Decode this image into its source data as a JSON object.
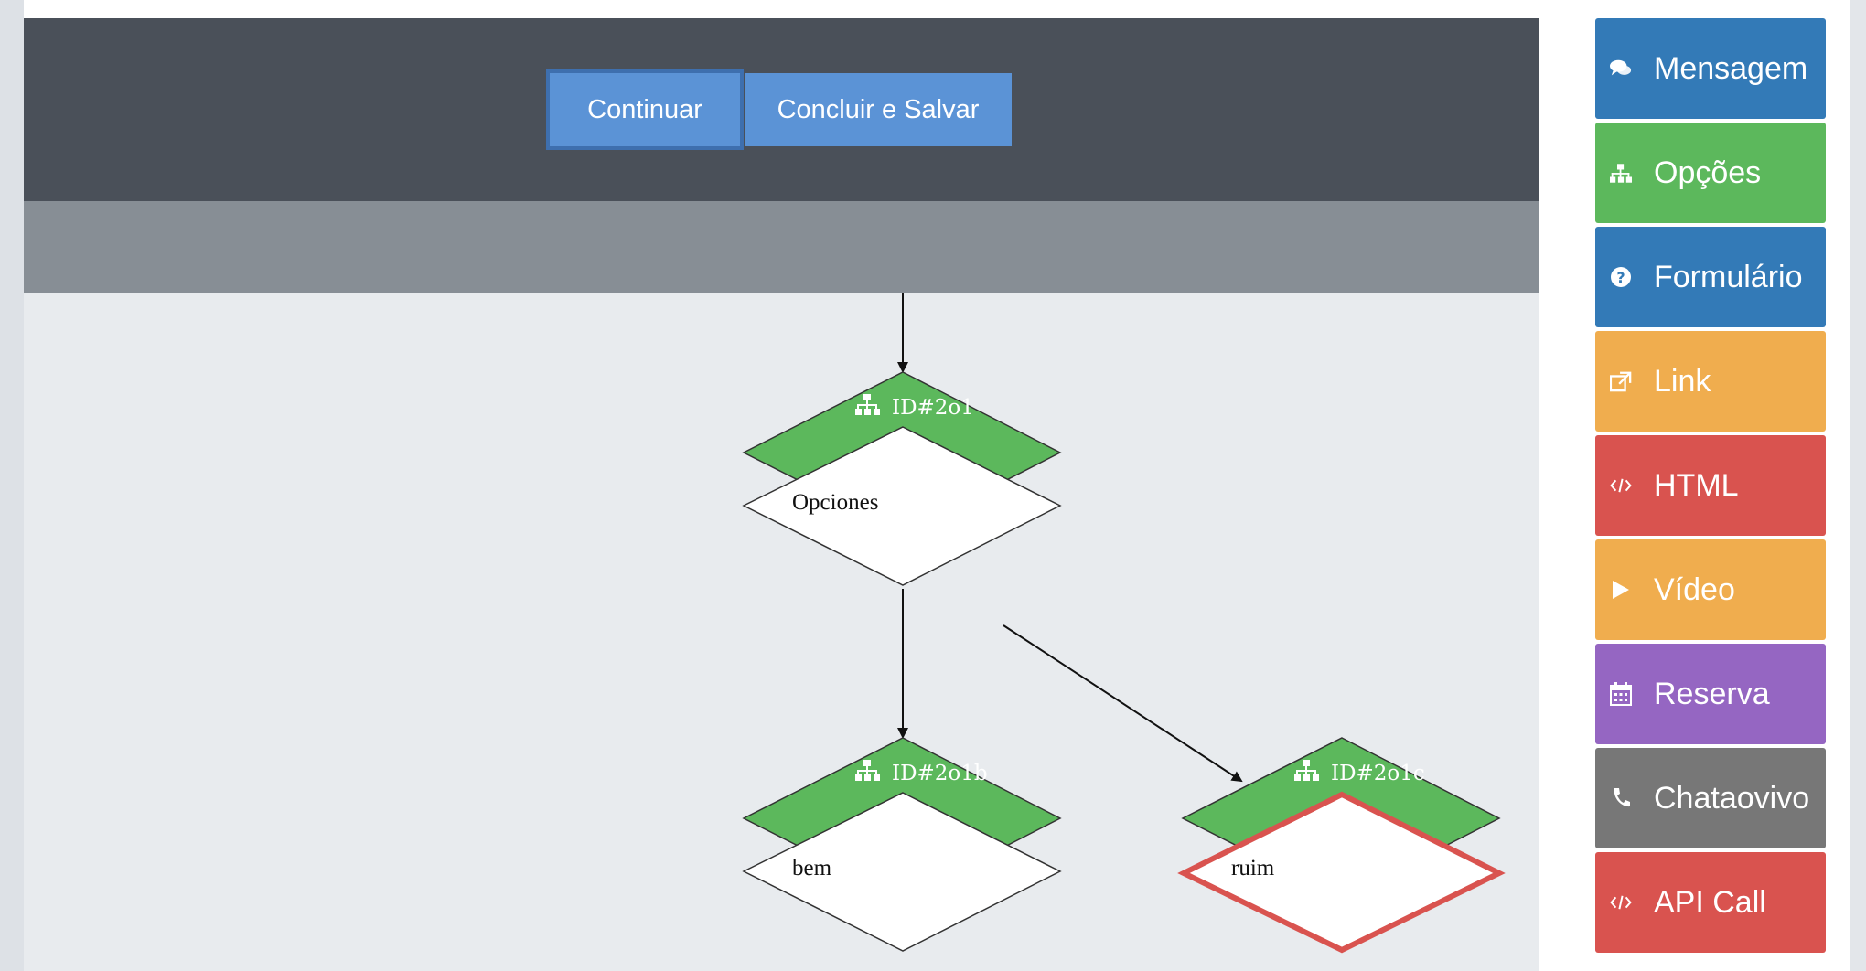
{
  "header": {
    "continue_label": "Continuar",
    "save_label": "Concluir e Salvar"
  },
  "sidebar": {
    "items": [
      {
        "label": "Mensagem",
        "icon": "comments-icon",
        "color": "#337ab7"
      },
      {
        "label": "Opções",
        "icon": "sitemap-icon",
        "color": "#5cb85c"
      },
      {
        "label": "Formulário",
        "icon": "question-circle-icon",
        "color": "#337ab7"
      },
      {
        "label": "Link",
        "icon": "external-link-icon",
        "color": "#f0ad4e"
      },
      {
        "label": "HTML",
        "icon": "code-icon",
        "color": "#d9534f"
      },
      {
        "label": "Vídeo",
        "icon": "play-icon",
        "color": "#f0ad4e"
      },
      {
        "label": "Reserva",
        "icon": "calendar-icon",
        "color": "#9566c2"
      },
      {
        "label": "Chataovivo",
        "icon": "phone-icon",
        "color": "#777777"
      },
      {
        "label": "API Call",
        "icon": "code-icon",
        "color": "#d9534f"
      }
    ]
  },
  "flow": {
    "nodes": [
      {
        "id_label": "ID#2o1",
        "text": "Opciones"
      },
      {
        "id_label": "ID#2o1b",
        "text": "bem"
      },
      {
        "id_label": "ID#2o1c",
        "text": "ruim"
      }
    ],
    "colors": {
      "header": "#5cb85c",
      "selected_border": "#d9534f"
    }
  }
}
